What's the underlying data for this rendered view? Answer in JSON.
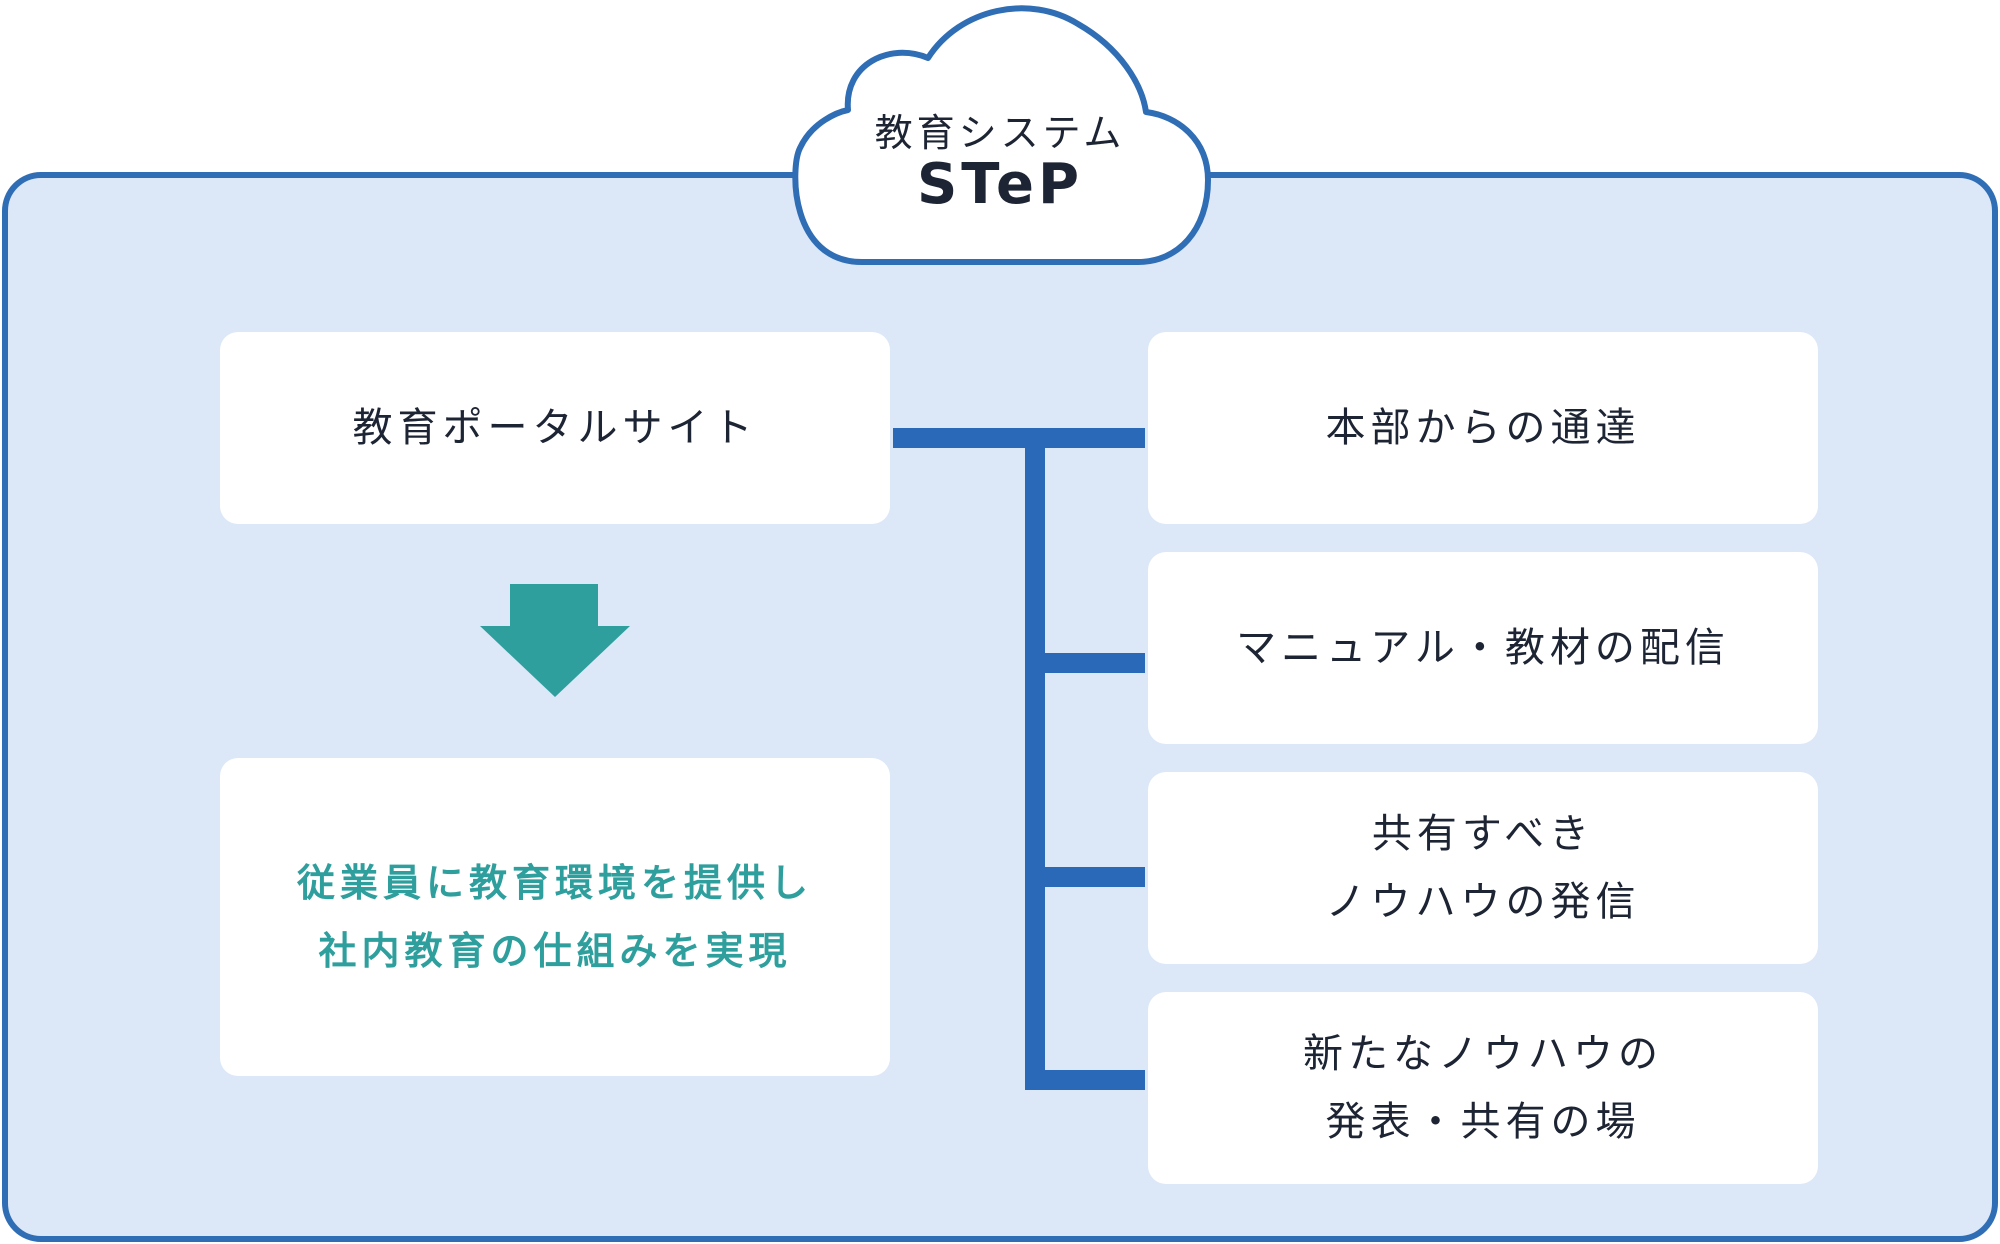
{
  "cloud": {
    "label": "教育システム",
    "title": "STeP"
  },
  "portal": {
    "label": "教育ポータルサイト"
  },
  "result": {
    "lines": [
      "従業員に教育環境を提供し",
      "社内教育の仕組みを実現"
    ]
  },
  "items": [
    {
      "lines": [
        "本部からの通達"
      ]
    },
    {
      "lines": [
        "マニュアル・教材の配信"
      ]
    },
    {
      "lines": [
        "共有すべき",
        "ノウハウの発信"
      ]
    },
    {
      "lines": [
        "新たなノウハウの",
        "発表・共有の場"
      ]
    }
  ],
  "colors": {
    "outline_blue": "#2f6db5",
    "panel_fill": "#dce7f7",
    "connector_blue": "#2a69b7",
    "arrow_teal": "#2e9f9d",
    "text_dark": "#1d2433",
    "result_text": "#2e9f9d"
  }
}
